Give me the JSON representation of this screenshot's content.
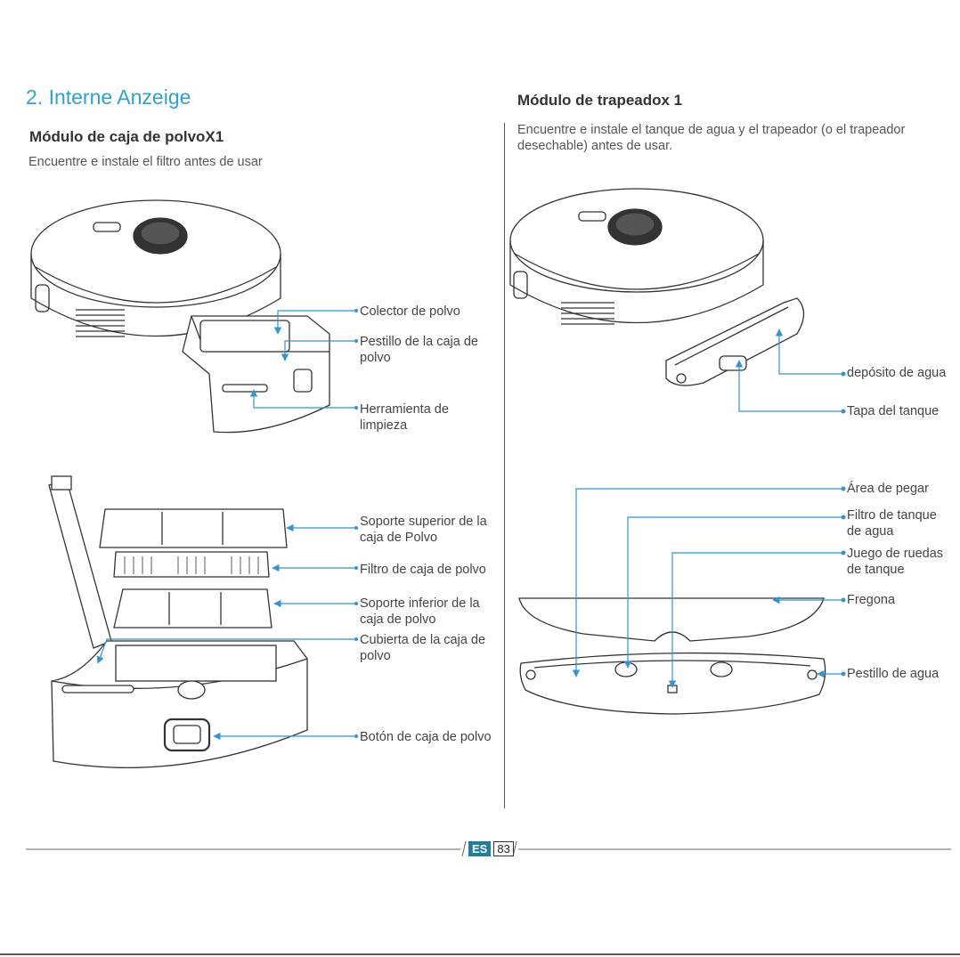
{
  "section_title": "2. Interne Anzeige",
  "left": {
    "heading": "Módulo de caja de polvoX1",
    "intro": "Encuentre e instale el filtro antes de usar",
    "labels": {
      "collector": "Colector de polvo",
      "latch": "Pestillo de la caja de polvo",
      "tool": "Herramienta de limpieza",
      "upper_support": "Soporte superior de la caja de Polvo",
      "filter": "Filtro de caja de polvo",
      "lower_support": "Soporte inferior de la caja de polvo",
      "cover": "Cubierta de la caja de polvo",
      "button": "Botón de caja de polvo"
    }
  },
  "right": {
    "heading": "Módulo de trapeadox 1",
    "intro": "Encuentre e instale el tanque de agua y el trapeador (o el trapeador desechable) antes de usar.",
    "labels": {
      "water_tank": "depósito de agua",
      "tank_lid": "Tapa del tanque",
      "stick_area": "Área de pegar",
      "tank_filter": "Filtro de tanque de agua",
      "wheels": "Juego de ruedas de tanque",
      "mop": "Fregona",
      "water_latch": "Pestillo de agua"
    }
  },
  "footer": {
    "lang": "ES",
    "page": "83"
  },
  "colors": {
    "accent": "#2fa3c7",
    "arrow": "#2f95d4",
    "tag": "#1e7f9c"
  }
}
